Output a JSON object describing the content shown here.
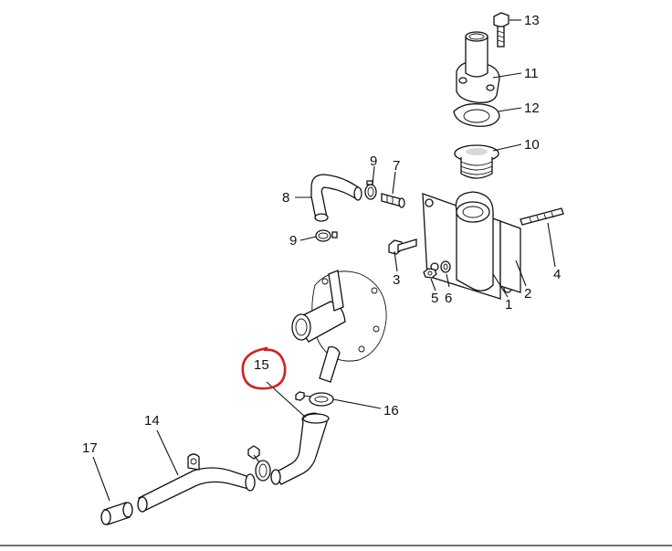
{
  "diagram": {
    "part_numbers": {
      "p1": "1",
      "p2": "2",
      "p3": "3",
      "p4": "4",
      "p5": "5",
      "p6": "6",
      "p7": "7",
      "p8": "8",
      "p9a": "9",
      "p9b": "9",
      "p10": "10",
      "p11": "11",
      "p12": "12",
      "p13": "13",
      "p14": "14",
      "p15": "15",
      "p16": "16",
      "p17": "17"
    },
    "highlight": {
      "part": "15",
      "color": "#d42020"
    }
  }
}
